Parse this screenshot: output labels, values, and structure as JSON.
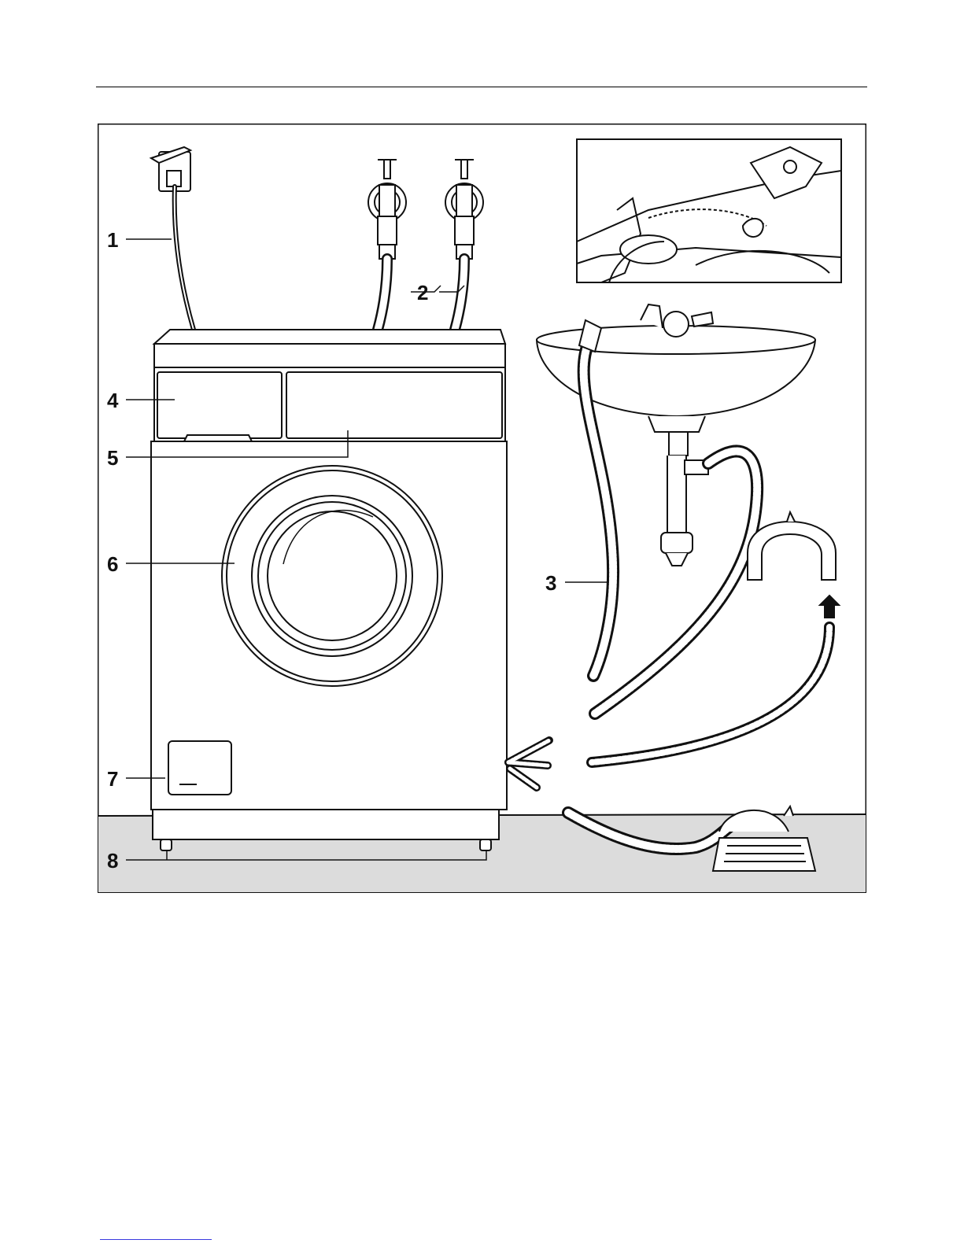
{
  "callouts": [
    {
      "id": "1",
      "label": "1"
    },
    {
      "id": "2",
      "label": "2"
    },
    {
      "id": "3",
      "label": "3"
    },
    {
      "id": "4",
      "label": "4"
    },
    {
      "id": "5",
      "label": "5"
    },
    {
      "id": "6",
      "label": "6"
    },
    {
      "id": "7",
      "label": "7"
    },
    {
      "id": "8",
      "label": "8"
    }
  ],
  "colors": {
    "line": "#111111",
    "floor": "#dcdcdc",
    "fill": "#ffffff"
  }
}
